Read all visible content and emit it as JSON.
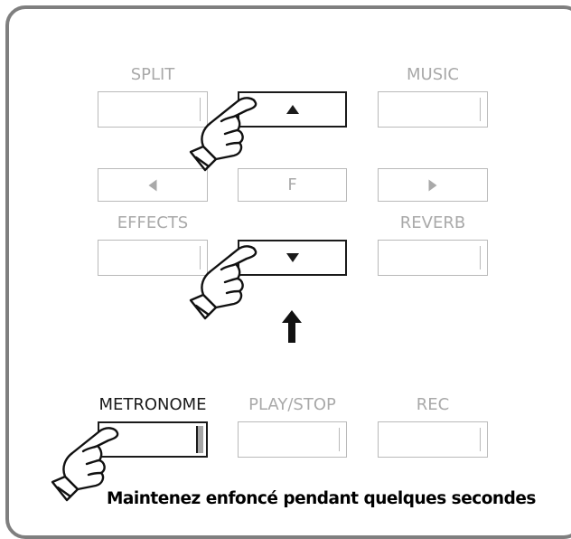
{
  "panel": {
    "labels": {
      "split": "SPLIT",
      "music": "MUSIC",
      "effects": "EFFECTS",
      "reverb": "REVERB",
      "metronome": "METRONOME",
      "play_stop": "PLAY/STOP",
      "rec": "REC",
      "f": "F"
    },
    "caption": "Maintenez enfoncé pendant quelques secondes"
  },
  "icons": {
    "up": "triangle-up-icon",
    "down": "triangle-down-icon",
    "left": "triangle-left-icon",
    "right": "triangle-right-icon",
    "arrow": "arrow-up-icon",
    "hand": "pointing-hand-icon"
  },
  "colors": {
    "frame": "#7f7f7f",
    "active": "#1a1a1a",
    "inactive": "#b9b9b9",
    "led": "#a6a6a6"
  }
}
